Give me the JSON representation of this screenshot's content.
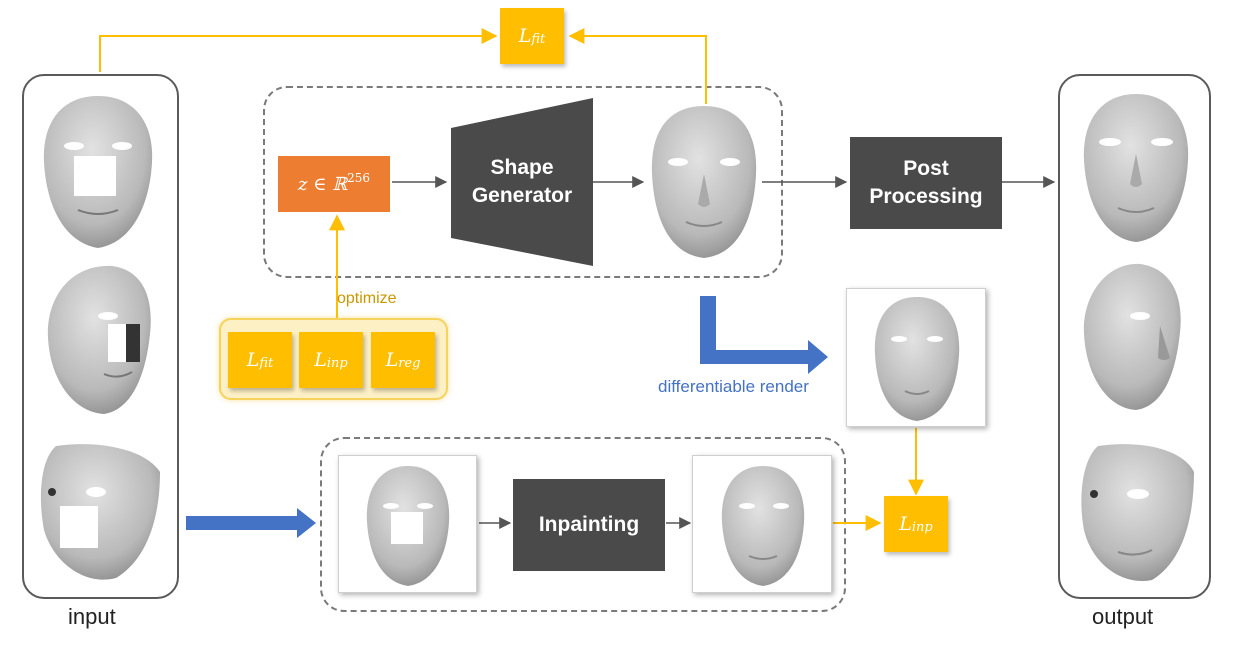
{
  "losses": {
    "fit": {
      "base": "L",
      "sub": "fit"
    },
    "inp": {
      "base": "L",
      "sub": "inp"
    },
    "reg": {
      "base": "L",
      "sub": "reg"
    }
  },
  "latent_label": "z ∈ ℝ",
  "latent_sup": "256",
  "shape_generator_label": "Shape\nGenerator",
  "post_processing_label": "Post\nProcessing",
  "inpainting_label": "Inpainting",
  "optimize_label": "optimize",
  "render_label": "differentiable render",
  "input_label": "input",
  "output_label": "output",
  "colors": {
    "loss": "#ffbe00",
    "latent": "#ed7d31",
    "dark_box": "#4a4a4a",
    "render_arrow": "#4472c4",
    "optimize_text": "#c99700",
    "loss_group_bg": "#fdf0c4"
  }
}
